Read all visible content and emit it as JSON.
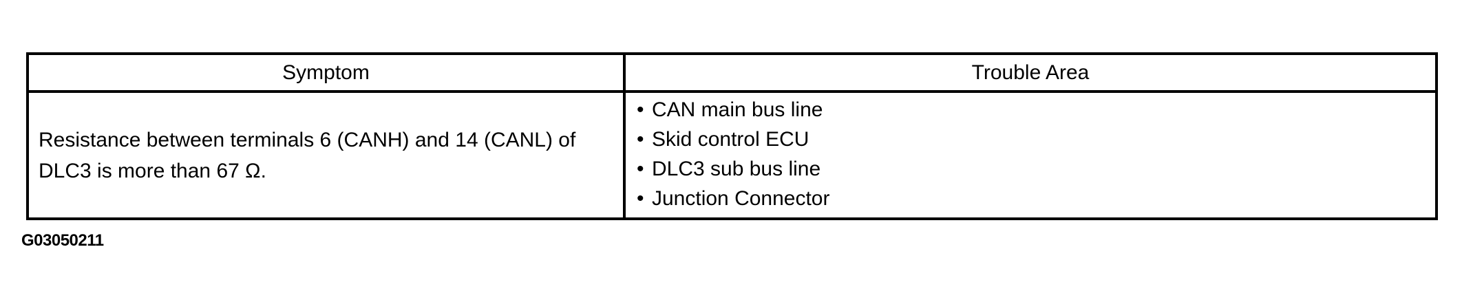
{
  "colors": {
    "background": "#ffffff",
    "border": "#000000",
    "text": "#000000"
  },
  "table": {
    "headers": [
      "Symptom",
      "Trouble Area"
    ],
    "row": {
      "symptom": "Resistance between terminals 6 (CANH) and 14 (CANL) of DLC3 is more than 67 Ω.",
      "trouble_areas": [
        "CAN main bus line",
        "Skid control ECU",
        "DLC3 sub bus line",
        "Junction Connector"
      ]
    },
    "bullet_glyph": "•"
  },
  "figure_code": "G03050211"
}
